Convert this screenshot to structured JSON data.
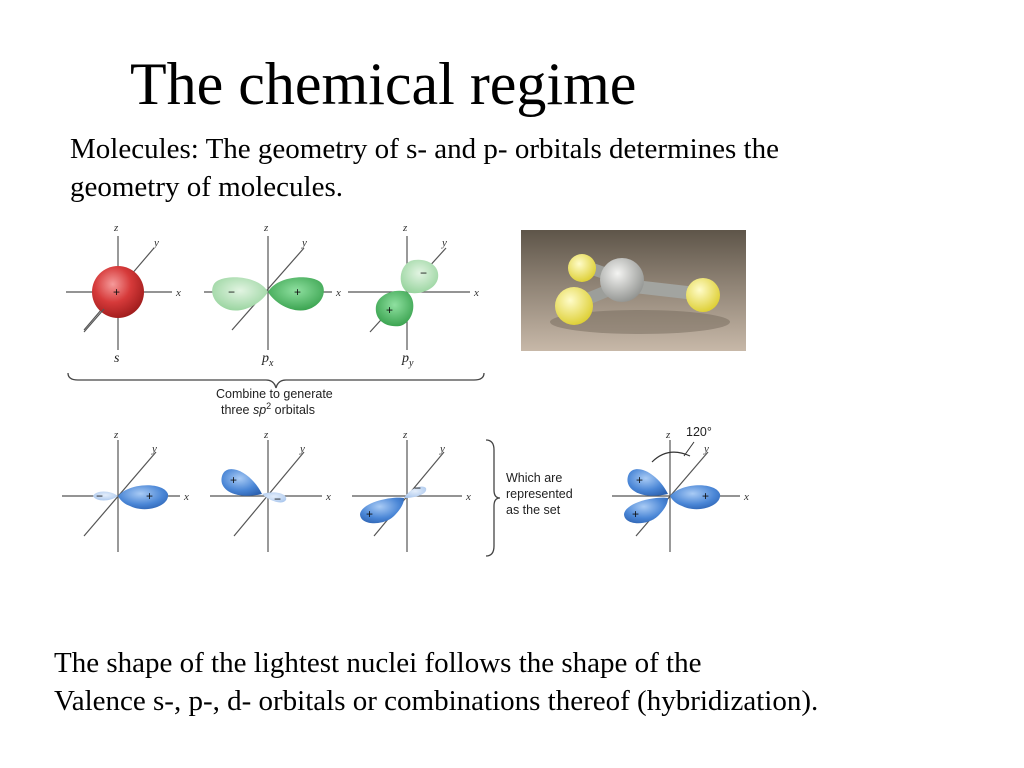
{
  "slide": {
    "title": "The chemical regime",
    "subtitle": "Molecules: The geometry of s- and p- orbitals determines the geometry of molecules.",
    "footer_line1": "The shape of the lightest nuclei follows the shape of the",
    "footer_line2": "Valence s-, p-, d- orbitals or combinations thereof (hybridization)."
  },
  "diagram": {
    "axes": {
      "x": "x",
      "y": "y",
      "z": "z"
    },
    "signs": {
      "plus": "+",
      "minus": "−"
    },
    "orbital_labels": {
      "s": "s",
      "px_main": "p",
      "px_sub": "x",
      "py_main": "p",
      "py_sub": "y"
    },
    "combine_note": {
      "line1": "Combine to generate",
      "line2_pre": "three ",
      "line2_sp": "sp",
      "line2_sup": "2",
      "line2_post": " orbitals"
    },
    "represent_note": {
      "line1": "Which are",
      "line2": "represented",
      "line3": "as the set"
    },
    "angle_label": "120°",
    "colors": {
      "s_orbital": "#d63a3a",
      "p_orbital": "#5dba6a",
      "sp2_orbital": "#4a86d6",
      "photo_bg": "#a6978a"
    }
  }
}
